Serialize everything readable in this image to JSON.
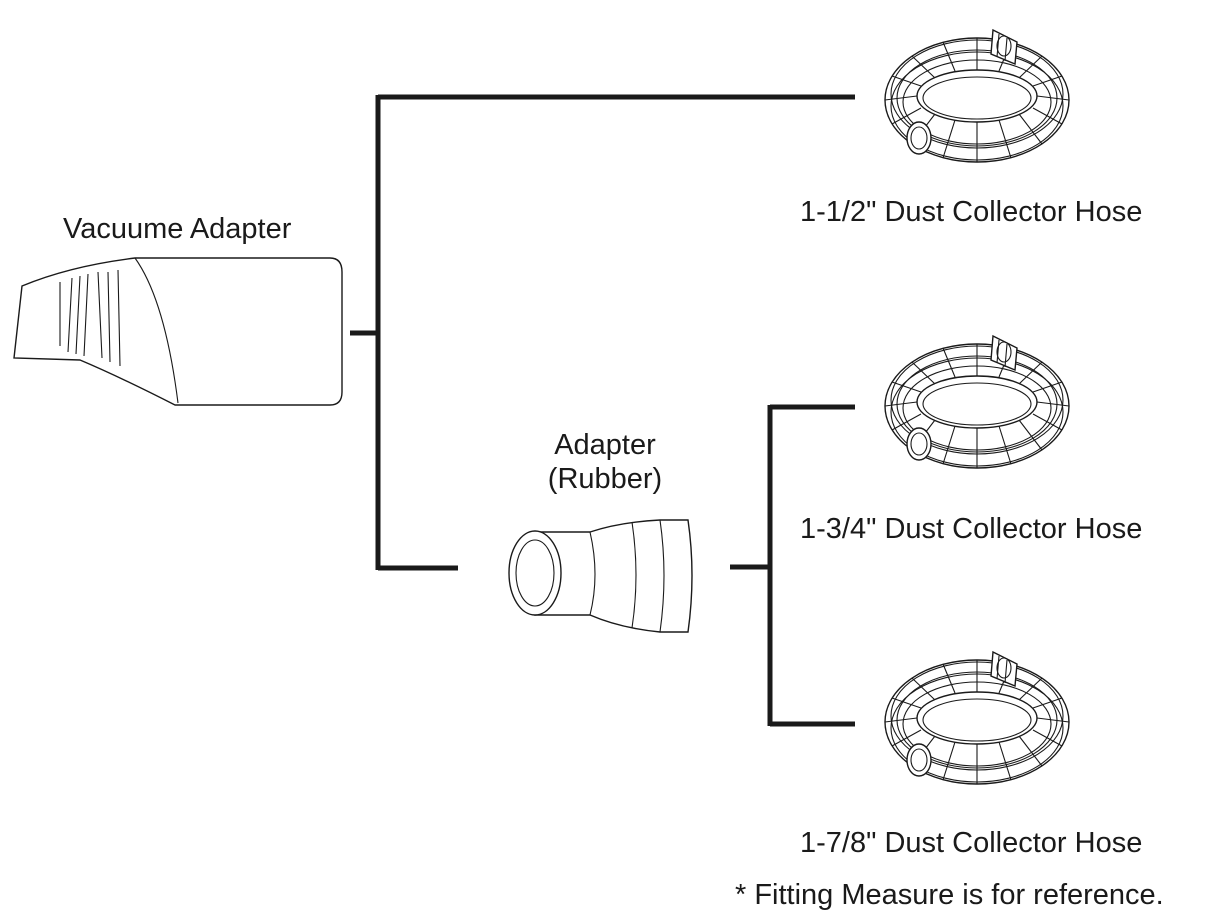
{
  "labels": {
    "vacuum_adapter": "Vacuume Adapter",
    "rubber_adapter_line1": "Adapter",
    "rubber_adapter_line2": "(Rubber)",
    "hose_1": "1-1/2\" Dust Collector Hose",
    "hose_2": "1-3/4\" Dust Collector Hose",
    "hose_3": "1-7/8\" Dust Collector Hose",
    "footnote": "*  Fitting Measure is for reference."
  },
  "colors": {
    "line": "#1a1a1a",
    "background": "#ffffff"
  }
}
